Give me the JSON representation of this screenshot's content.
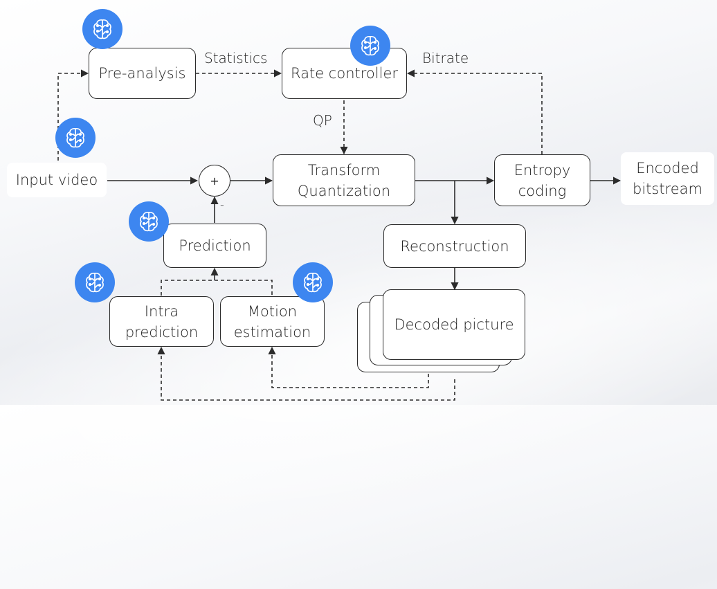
{
  "nodes": {
    "input_video": "Input video",
    "pre_analysis": "Pre-analysis",
    "rate_controller": "Rate controller",
    "transform_quantization": "Transform\nQuantization",
    "entropy_coding": "Entropy\ncoding",
    "encoded_bitstream": "Encoded\nbitstream",
    "prediction": "Prediction",
    "reconstruction": "Reconstruction",
    "intra_prediction": "Intra\nprediction",
    "motion_estimation": "Motion\nestimation",
    "decoded_picture": "Decoded picture"
  },
  "edge_labels": {
    "statistics": "Statistics",
    "bitrate": "Bitrate",
    "qp": "QP",
    "plus": "+",
    "minus": "-"
  },
  "colors": {
    "ai_badge": "#3d86f0",
    "line": "#2b2b2b"
  },
  "icons": {
    "ai_badge": "brain-circuit-icon"
  }
}
